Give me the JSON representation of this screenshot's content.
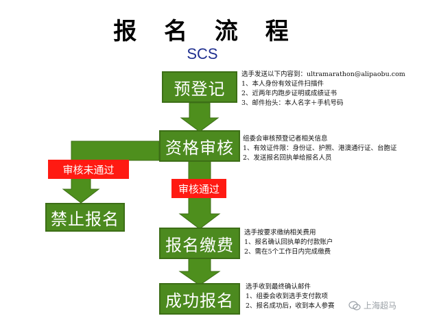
{
  "title": "报 名 流 程",
  "subtitle": "SCS",
  "steps": {
    "preregister": "预登记",
    "review": "资格审核",
    "pay": "报名缴费",
    "success": "成功报名",
    "forbidden": "禁止报名"
  },
  "decisions": {
    "fail": "审核未通过",
    "pass": "审核通过"
  },
  "notes": {
    "preregister": [
      "选手发送以下内容到：ultramarathon@alipaobu.com",
      "1、本人身份有效证件扫描件",
      "2、近两年内跑步证明或成绩证书",
      "3、邮件抬头：本人名字＋手机号码"
    ],
    "review": [
      "组委会审核预登记者相关信息",
      "1、有效证件限：身份证、护照、港澳通行证、台胞证",
      "2、发送报名回执单给报名人员"
    ],
    "pay": [
      "选手按要求缴纳相关费用",
      "1、报名确认回执单的付款账户",
      "2、需在5个工作日内完成缴费"
    ],
    "success": [
      "选手收到最终确认邮件",
      "1、组委会收到选手支付款项",
      "2、报名成功后，收到本人参赛"
    ]
  },
  "watermark": "上海超马",
  "colors": {
    "step_green": "#4c8a1f",
    "arrow_green": "#4e8f1d",
    "decision_red": "#ff1a12",
    "subtitle_blue": "#1f2f8f"
  }
}
